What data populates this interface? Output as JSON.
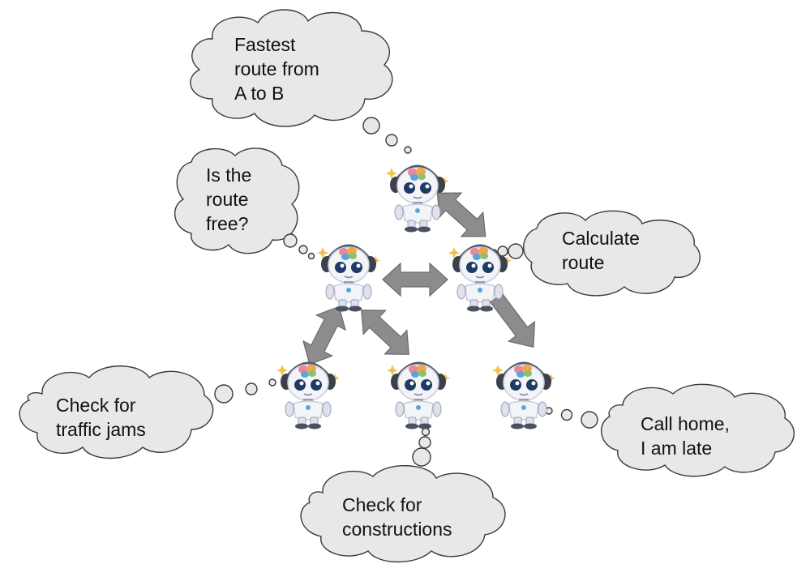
{
  "colors": {
    "cloud_fill": "#e8e8e8",
    "cloud_stroke": "#3a3a3a",
    "arrow_fill": "#8c8c8c",
    "arrow_stroke": "#6a6a6a",
    "robot_body": "#f3f4f8",
    "robot_shade": "#c9ccd8",
    "robot_eye": "#1e3a66",
    "brain_pink": "#e9889a",
    "brain_orange": "#f0a64a",
    "brain_green": "#8cc26b",
    "brain_blue": "#5aa6d8"
  },
  "thoughts": {
    "fastest": [
      "Fastest",
      "route from",
      "A to B"
    ],
    "route_free": [
      "Is the",
      "route",
      "free?"
    ],
    "calculate": [
      "Calculate",
      "route"
    ],
    "traffic": [
      "Check for",
      "traffic jams"
    ],
    "constructions": [
      "Check for",
      "constructions"
    ],
    "call_home": [
      "Call home,",
      "I am late"
    ]
  }
}
